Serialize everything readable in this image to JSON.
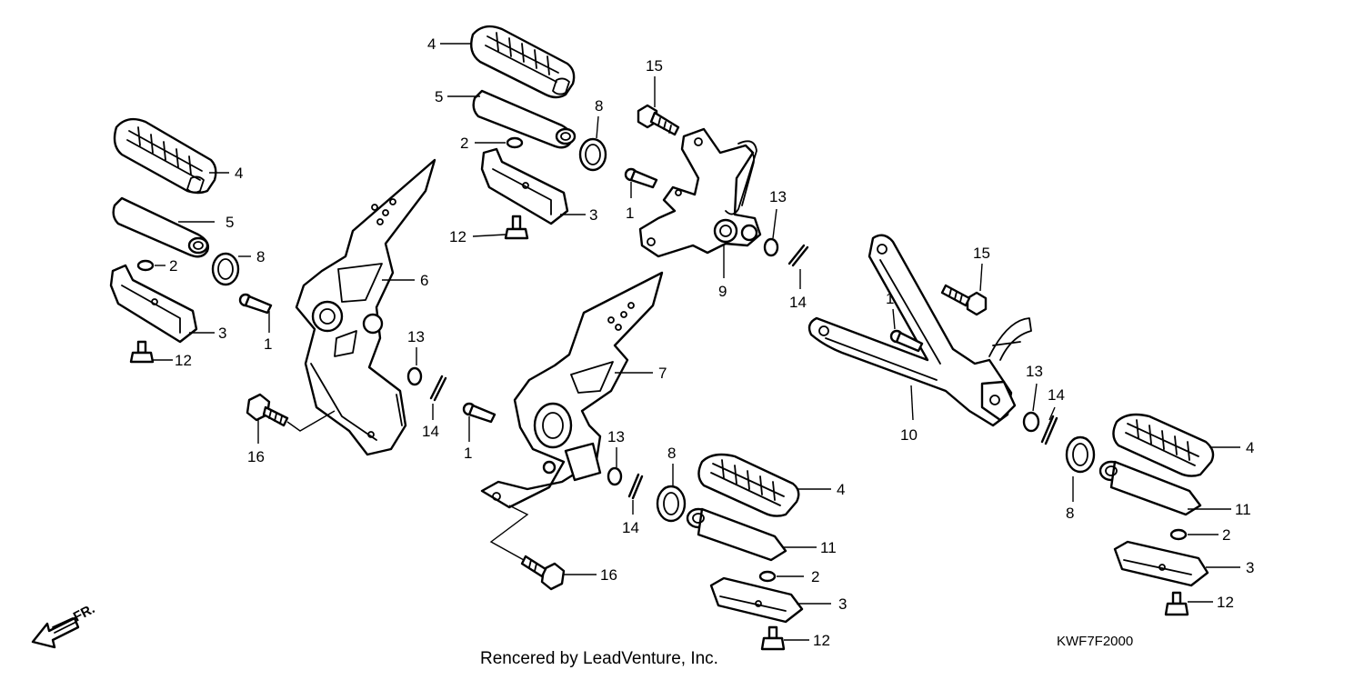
{
  "diagram": {
    "code": "KWF7F2000",
    "credit": "Rencered by LeadVenture, Inc.",
    "direction_label": "FR.",
    "callouts": [
      {
        "id": "c-4a",
        "text": "4"
      },
      {
        "id": "c-5a",
        "text": "5"
      },
      {
        "id": "c-2a",
        "text": "2"
      },
      {
        "id": "c-8a",
        "text": "8"
      },
      {
        "id": "c-3a",
        "text": "3"
      },
      {
        "id": "c-12a",
        "text": "12"
      },
      {
        "id": "c-1a",
        "text": "1"
      },
      {
        "id": "c-15a",
        "text": "15"
      },
      {
        "id": "c-9",
        "text": "9"
      },
      {
        "id": "c-13a",
        "text": "13"
      },
      {
        "id": "c-14a",
        "text": "14"
      },
      {
        "id": "c-4b",
        "text": "4"
      },
      {
        "id": "c-5b",
        "text": "5"
      },
      {
        "id": "c-8b",
        "text": "8"
      },
      {
        "id": "c-2b",
        "text": "2"
      },
      {
        "id": "c-3b",
        "text": "3"
      },
      {
        "id": "c-12b",
        "text": "12"
      },
      {
        "id": "c-6",
        "text": "6"
      },
      {
        "id": "c-1b",
        "text": "1"
      },
      {
        "id": "c-13b",
        "text": "13"
      },
      {
        "id": "c-14b",
        "text": "14"
      },
      {
        "id": "c-16a",
        "text": "16"
      },
      {
        "id": "c-7",
        "text": "7"
      },
      {
        "id": "c-1c",
        "text": "1"
      },
      {
        "id": "c-13c",
        "text": "13"
      },
      {
        "id": "c-14c",
        "text": "14"
      },
      {
        "id": "c-8c",
        "text": "8"
      },
      {
        "id": "c-4c",
        "text": "4"
      },
      {
        "id": "c-11a",
        "text": "11"
      },
      {
        "id": "c-2c",
        "text": "2"
      },
      {
        "id": "c-3c",
        "text": "3"
      },
      {
        "id": "c-12c",
        "text": "12"
      },
      {
        "id": "c-16b",
        "text": "16"
      },
      {
        "id": "c-15b",
        "text": "15"
      },
      {
        "id": "c-1d",
        "text": "1"
      },
      {
        "id": "c-10",
        "text": "10"
      },
      {
        "id": "c-13d",
        "text": "13"
      },
      {
        "id": "c-14d",
        "text": "14"
      },
      {
        "id": "c-8d",
        "text": "8"
      },
      {
        "id": "c-4d",
        "text": "4"
      },
      {
        "id": "c-11b",
        "text": "11"
      },
      {
        "id": "c-2d",
        "text": "2"
      },
      {
        "id": "c-3d",
        "text": "3"
      },
      {
        "id": "c-12d",
        "text": "12"
      }
    ]
  }
}
